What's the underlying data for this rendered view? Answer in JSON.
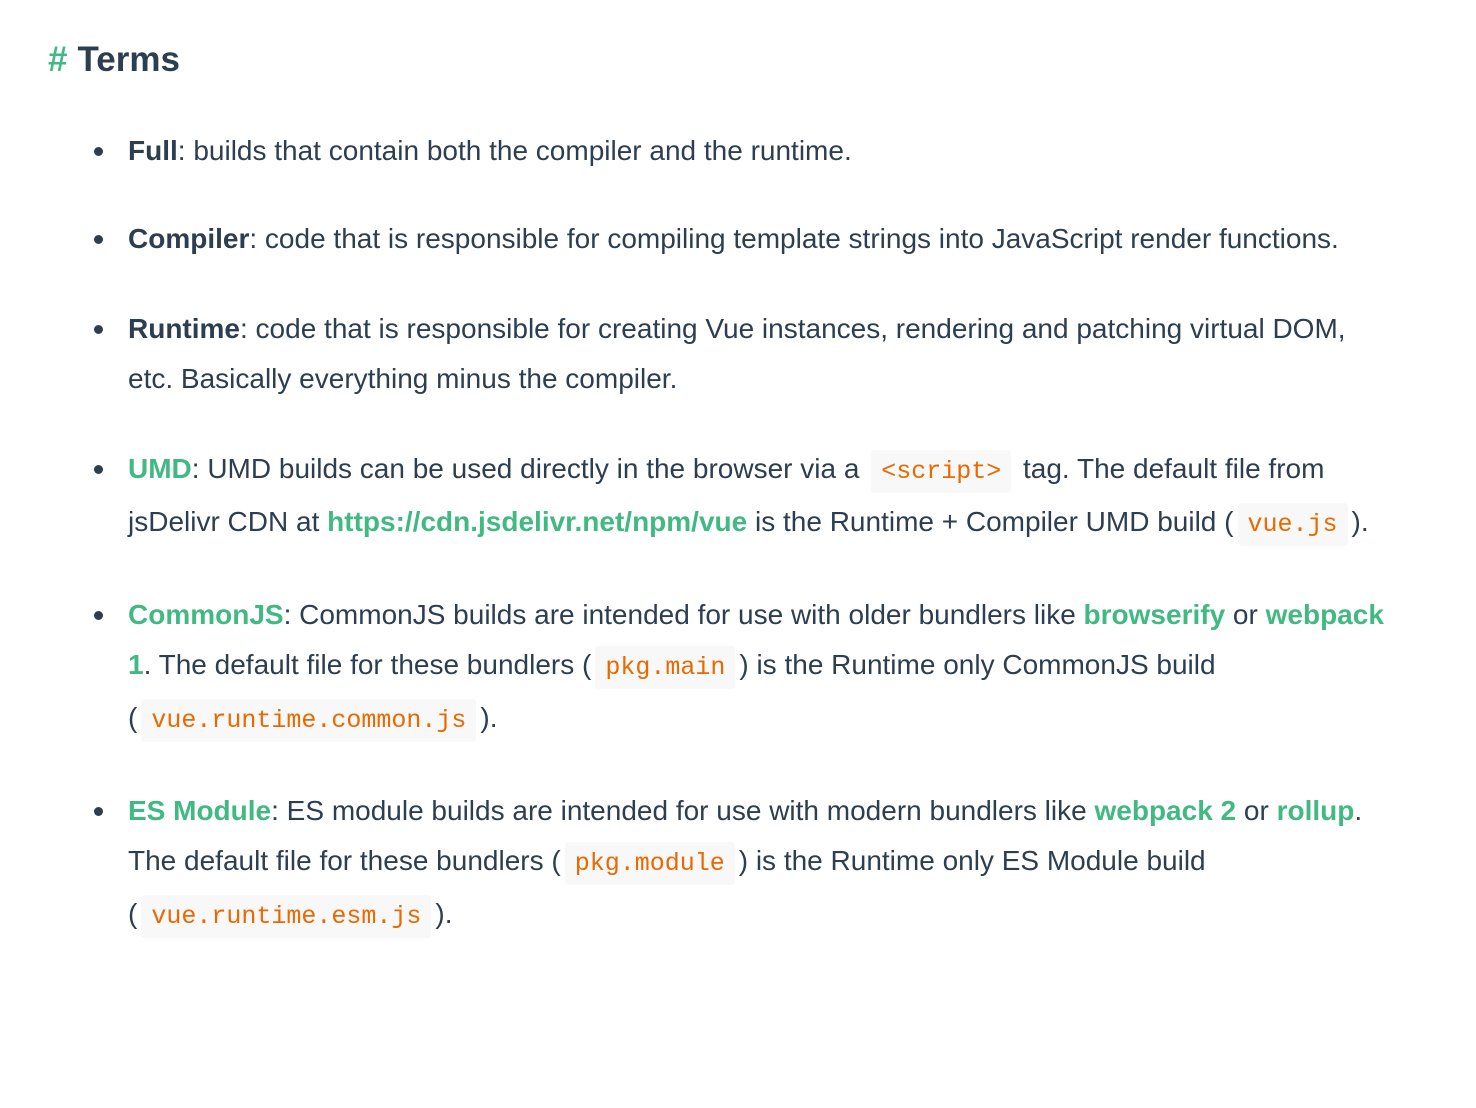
{
  "section": {
    "anchor": "#",
    "title": "Terms"
  },
  "items": [
    {
      "term": "Full",
      "text": ": builds that contain both the compiler and the runtime."
    },
    {
      "term": "Compiler",
      "text": ": code that is responsible for compiling template strings into JavaScript render functions."
    },
    {
      "term": "Runtime",
      "text": ": code that is responsible for creating Vue instances, rendering and patching virtual DOM, etc. Basically everything minus the compiler."
    },
    {
      "term": "UMD",
      "t1": ": UMD builds can be used directly in the browser via a ",
      "code1": "<script>",
      "t2": " tag. The default file from jsDelivr CDN at ",
      "link1": "https://cdn.jsdelivr.net/npm/vue",
      "t3": " is the Runtime + Compiler UMD build (",
      "code2": "vue.js",
      "t4": ")."
    },
    {
      "term": "CommonJS",
      "t1": ": CommonJS builds are intended for use with older bundlers like ",
      "link1": "browserify",
      "t2": " or ",
      "link2": "webpack 1",
      "t3": ". The default file for these bundlers (",
      "code1": "pkg.main",
      "t4": ") is the Runtime only CommonJS build (",
      "code2": "vue.runtime.common.js",
      "t5": ")."
    },
    {
      "term": "ES Module",
      "t1": ": ES module builds are intended for use with modern bundlers like ",
      "link1": "webpack 2",
      "t2": " or ",
      "link2": "rollup",
      "t3": ". The default file for these bundlers (",
      "code1": "pkg.module",
      "t4": ") is the Runtime only ES Module build (",
      "code2": "vue.runtime.esm.js",
      "t5": ")."
    }
  ],
  "colors": {
    "text": "#2c3e50",
    "accent": "#42b983",
    "code_text": "#e96900",
    "code_bg": "#f8f8f8"
  }
}
